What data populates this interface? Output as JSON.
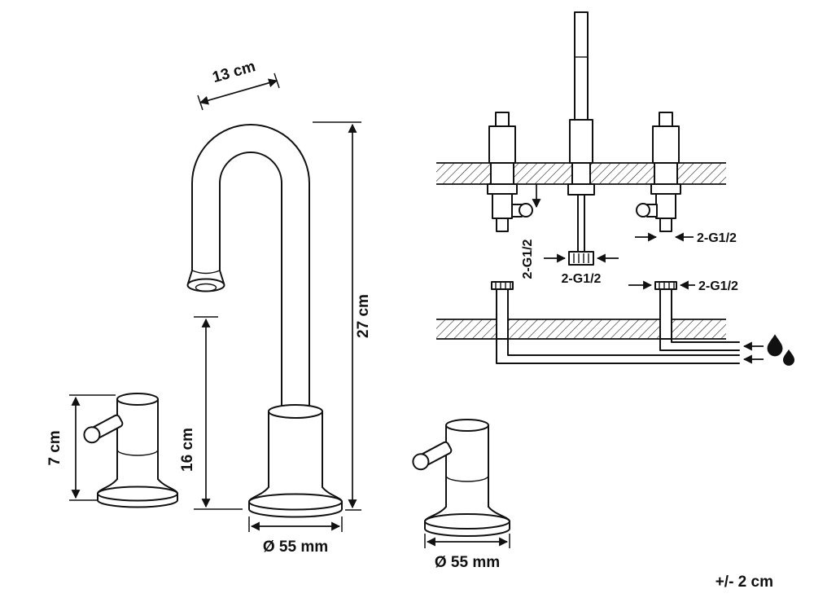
{
  "dimensions": {
    "spout_reach": "13 cm",
    "total_height": "27 cm",
    "spout_outlet_height": "16 cm",
    "handle_height": "7 cm",
    "spout_base_diameter": "Ø 55 mm",
    "handle_base_diameter": "Ø 55 mm"
  },
  "installation": {
    "thread_left_valve": "2-G1/2",
    "thread_center": "2-G1/2",
    "thread_right_valve": "2-G1/2",
    "thread_supply": "2-G1/2"
  },
  "note": {
    "tolerance": "+/- 2 cm"
  },
  "colors": {
    "line": "#111111",
    "background": "#ffffff"
  },
  "icons": {
    "water_inlet": "water-drop-icon"
  }
}
